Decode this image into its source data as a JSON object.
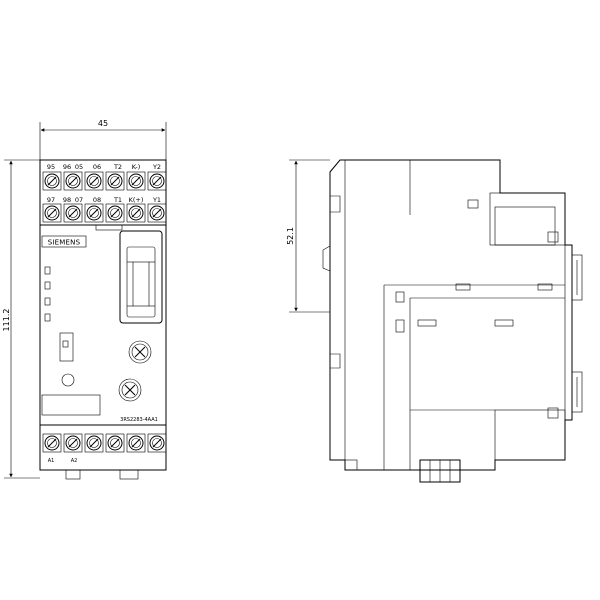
{
  "front_view": {
    "width_dimension": "45",
    "height_dimension": "111.2",
    "top_terminals_row1": [
      "95",
      "96",
      "05",
      "06",
      "T2",
      "K-)",
      "Y2"
    ],
    "top_terminals_row2": [
      "97",
      "98",
      "07",
      "08",
      "T1",
      "K(+)",
      "Y1"
    ],
    "brand_label": "SIEMENS",
    "order_number": "3RS2283-4AA1",
    "bottom_terminals": [
      "A1",
      "A2"
    ]
  },
  "side_view": {
    "depth_dimension": "52.1"
  },
  "colors": {
    "line": "#000000",
    "background": "#ffffff"
  }
}
